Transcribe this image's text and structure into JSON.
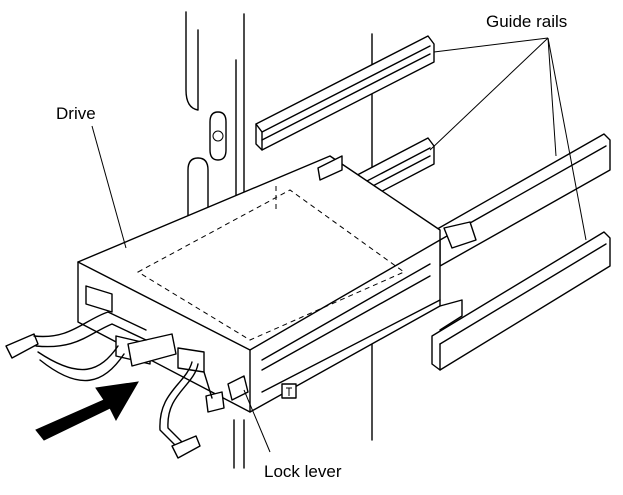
{
  "labels": {
    "guide_rails": "Guide rails",
    "drive": "Drive",
    "lock_lever": "Lock lever"
  },
  "colors": {
    "ink": "#000000",
    "background": "#ffffff"
  }
}
